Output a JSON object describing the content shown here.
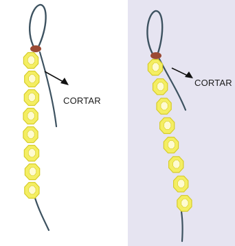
{
  "panels": [
    {
      "name": "left",
      "background": "#ffffff",
      "cut_label": "CORTAR",
      "bead_count": 8
    },
    {
      "name": "right",
      "background": "#e6e4f1",
      "cut_label": "CORTAR",
      "bead_count": 8
    }
  ],
  "colors": {
    "thread": "#3d5260",
    "bead_fill": "#f4ee62",
    "bead_edge": "#d6cc2a",
    "bead_highlight": "#fffbd0",
    "crimp_bead": "#9b4a34",
    "arrow": "#111111"
  },
  "icons": [
    "bead-icon",
    "crimp-bead-icon",
    "thread-loop-icon",
    "arrow-icon"
  ]
}
